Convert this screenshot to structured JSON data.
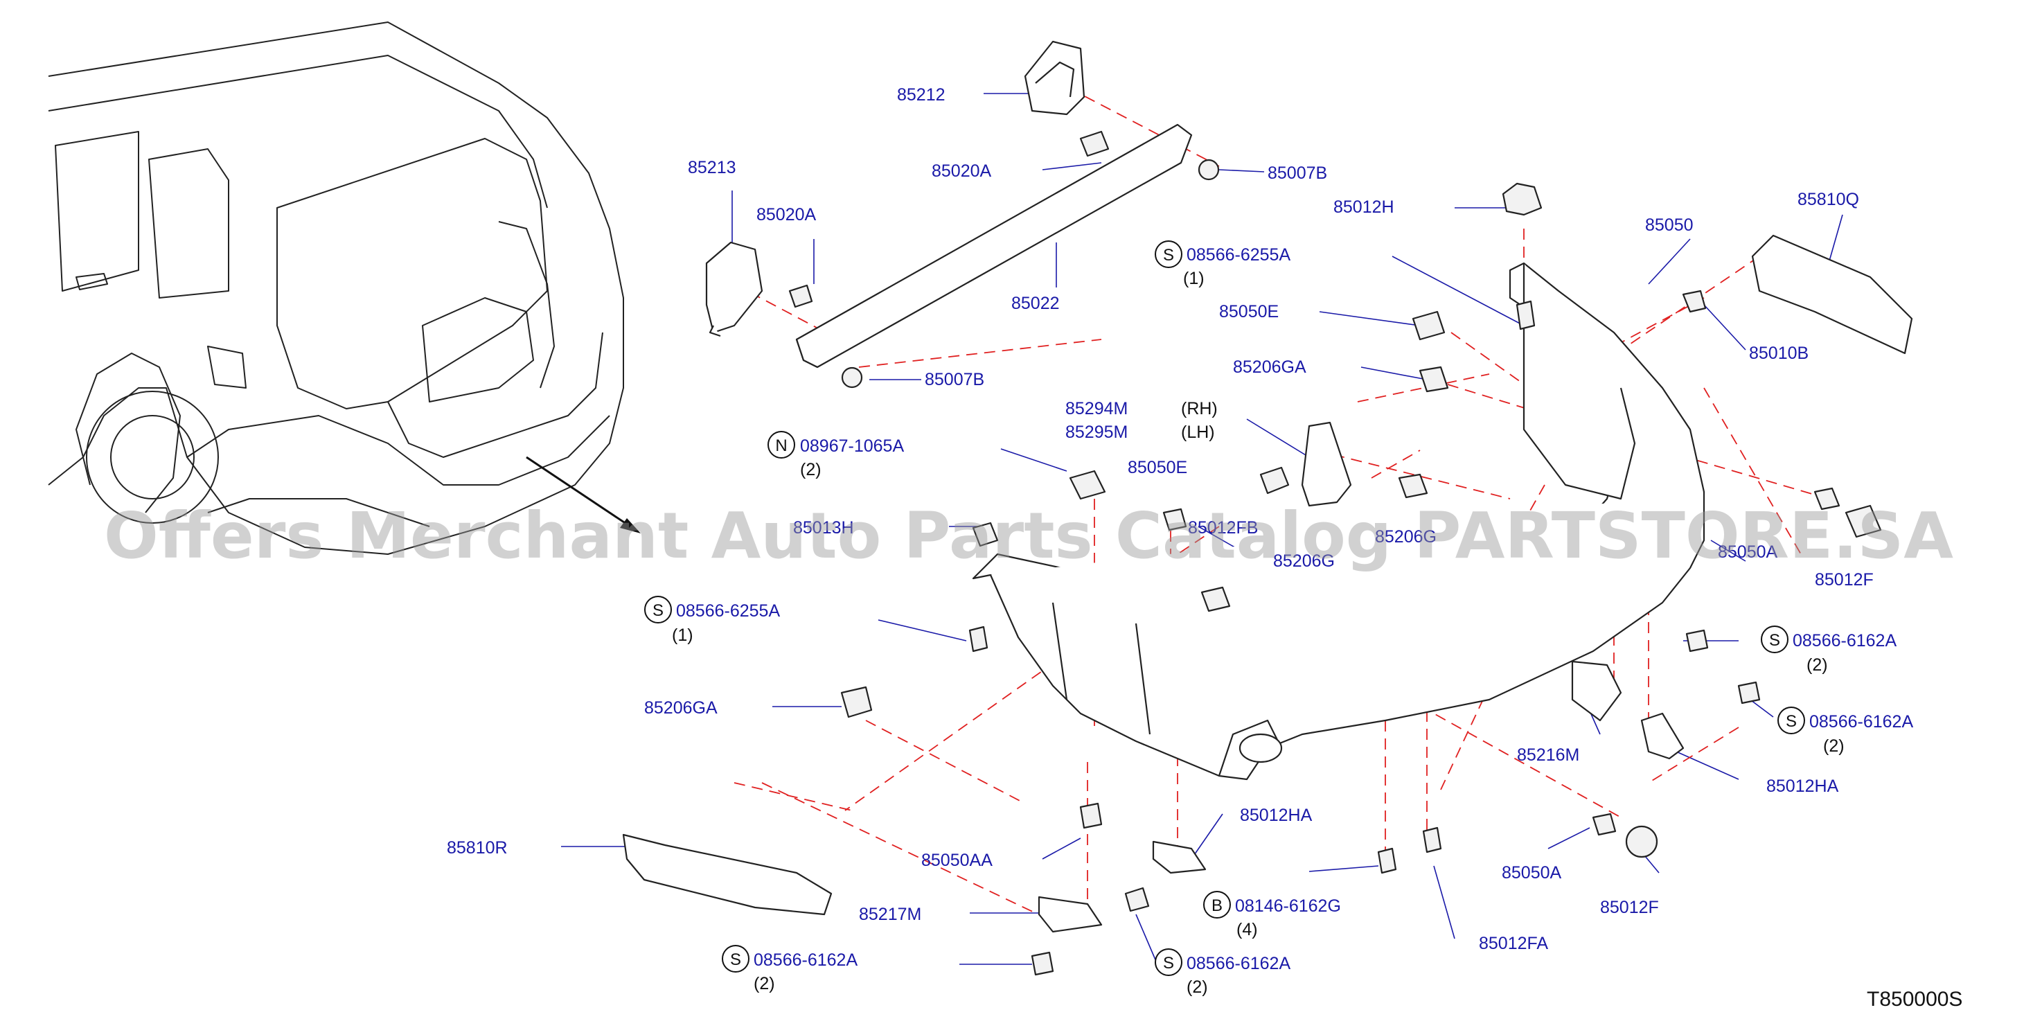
{
  "diagram_code": "T850000S",
  "watermark": "Offers Merchant Auto Parts Catalog PARTSTORE.SA",
  "labels": [
    {
      "id": "p85212",
      "text": "85212"
    },
    {
      "id": "p85020A_top",
      "text": "85020A"
    },
    {
      "id": "p85007B_top",
      "text": "85007B"
    },
    {
      "id": "p85213",
      "text": "85213"
    },
    {
      "id": "p85020A_left",
      "text": "85020A"
    },
    {
      "id": "p85022",
      "text": "85022"
    },
    {
      "id": "p85007B_bottom",
      "text": "85007B"
    },
    {
      "id": "p85012H",
      "text": "85012H"
    },
    {
      "id": "p85050",
      "text": "85050"
    },
    {
      "id": "p85810Q",
      "text": "85810Q"
    },
    {
      "id": "p08566_6255A_top",
      "text": "08566-6255A"
    },
    {
      "id": "p85050E_top",
      "text": "85050E"
    },
    {
      "id": "p85010B",
      "text": "85010B"
    },
    {
      "id": "p85206GA_top",
      "text": "85206GA"
    },
    {
      "id": "p85294M",
      "text": "85294M"
    },
    {
      "id": "p85295M",
      "text": "85295M"
    },
    {
      "id": "p08967_1065A",
      "text": "08967-1065A"
    },
    {
      "id": "p85050E_mid",
      "text": "85050E"
    },
    {
      "id": "p85013H",
      "text": "85013H"
    },
    {
      "id": "p85012FB",
      "text": "85012FB"
    },
    {
      "id": "p85206G_mid",
      "text": "85206G"
    },
    {
      "id": "p85050A_right",
      "text": "85050A"
    },
    {
      "id": "p85012F_right",
      "text": "85012F"
    },
    {
      "id": "p85206G_low",
      "text": "85206G"
    },
    {
      "id": "p08566_6255A_left",
      "text": "08566-6255A"
    },
    {
      "id": "p08566_6162A_r1",
      "text": "08566-6162A"
    },
    {
      "id": "p08566_6162A_r2",
      "text": "08566-6162A"
    },
    {
      "id": "p85206GA_left",
      "text": "85206GA"
    },
    {
      "id": "p85216M",
      "text": "85216M"
    },
    {
      "id": "p85012HA_right",
      "text": "85012HA"
    },
    {
      "id": "p85810R",
      "text": "85810R"
    },
    {
      "id": "p85012HA_mid",
      "text": "85012HA"
    },
    {
      "id": "p85050AA",
      "text": "85050AA"
    },
    {
      "id": "p85050A_bottom",
      "text": "85050A"
    },
    {
      "id": "p85217M",
      "text": "85217M"
    },
    {
      "id": "p08146_6162G",
      "text": "08146-6162G"
    },
    {
      "id": "p85012F_bottom",
      "text": "85012F"
    },
    {
      "id": "p85012FA",
      "text": "85012FA"
    },
    {
      "id": "p08566_6162A_bl",
      "text": "08566-6162A"
    },
    {
      "id": "p08566_6162A_bm",
      "text": "08566-6162A"
    }
  ],
  "quantities": [
    {
      "id": "q_top6255",
      "text": "(1)"
    },
    {
      "id": "q_08967",
      "text": "(2)"
    },
    {
      "id": "q_left6255",
      "text": "(1)"
    },
    {
      "id": "q_r1",
      "text": "(2)"
    },
    {
      "id": "q_r2",
      "text": "(2)"
    },
    {
      "id": "q_08146",
      "text": "(4)"
    },
    {
      "id": "q_bl",
      "text": "(2)"
    },
    {
      "id": "q_bm",
      "text": "(2)"
    }
  ],
  "sides": {
    "rh": "(RH)",
    "lh": "(LH)"
  },
  "badges": [
    {
      "id": "b_top6255",
      "text": "S"
    },
    {
      "id": "b_08967",
      "text": "N"
    },
    {
      "id": "b_left6255",
      "text": "S"
    },
    {
      "id": "b_r1",
      "text": "S"
    },
    {
      "id": "b_r2",
      "text": "S"
    },
    {
      "id": "b_08146",
      "text": "B"
    },
    {
      "id": "b_bl",
      "text": "S"
    },
    {
      "id": "b_bm",
      "text": "S"
    }
  ],
  "colors": {
    "part_number": "#1a1aa8",
    "guide_line": "#e02020",
    "line_art": "#222222"
  }
}
